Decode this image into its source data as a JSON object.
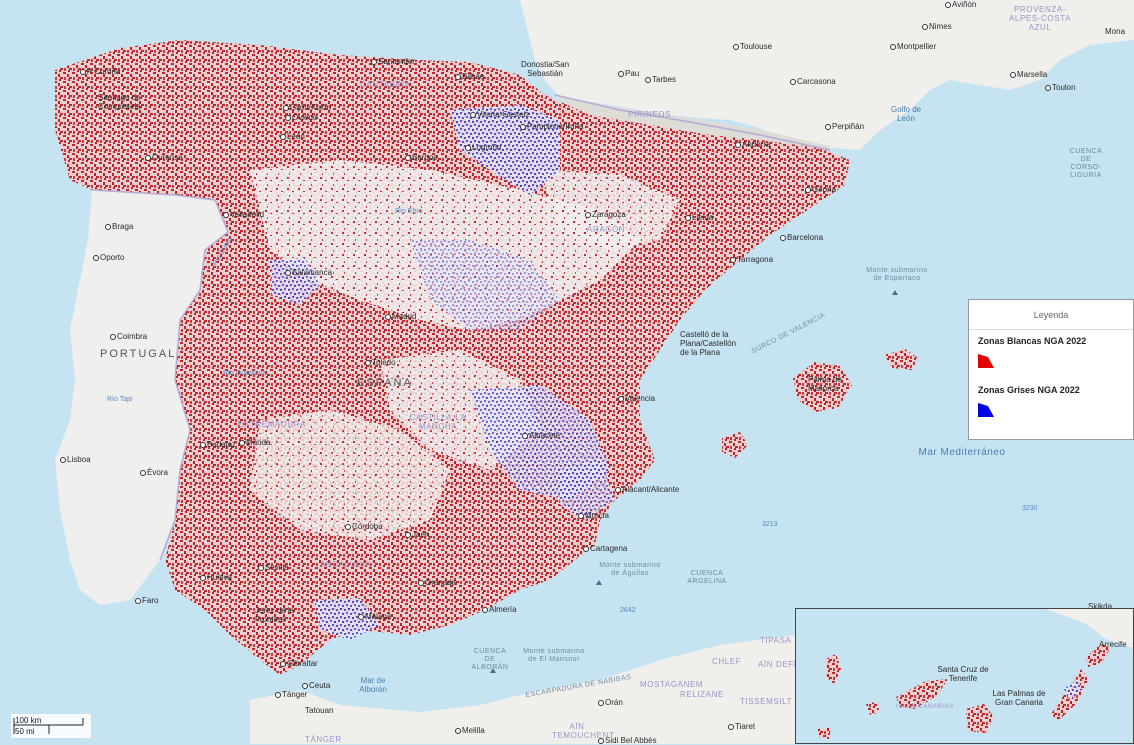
{
  "legend": {
    "title": "Leyenda",
    "items": [
      {
        "label": "Zonas Blancas NGA 2022",
        "color": "#e00000"
      },
      {
        "label": "Zonas Grises NGA 2022",
        "color": "#0000e0"
      }
    ]
  },
  "scale": {
    "km": "100 km",
    "mi": "50 mi"
  },
  "colors": {
    "sea": "#c6e3f2",
    "land": "#f3f3f1",
    "portugal": "#efefed",
    "red_zone": "#c0272d",
    "blue_zone": "#3d3ee0",
    "border": "#b6aad8",
    "africa": "#f0efec"
  },
  "labels": {
    "cities": {
      "gijon": "Gijón/Xixón",
      "santander": "Santander",
      "donostia": "Donostia/San Sebastián",
      "bilbao": "Bilbao",
      "vitoria": "Vitoria-Gasteiz",
      "pamplona": "Pamplona/Iruña",
      "logrono": "Logroño",
      "coruna": "A Coruña",
      "santiago": "Santiago de Compostela",
      "oviedo": "Oviedo",
      "leon": "León",
      "ourense": "Ourense",
      "burgos": "Burgos",
      "valladolid": "Valladolid",
      "zaragoza": "Zaragoza",
      "lleida": "Lleida",
      "andorra": "Andorra",
      "girona": "Girona",
      "barcelona": "Barcelona",
      "tarragona": "Tarragona",
      "salamanca": "Salamanca",
      "madrid": "Madrid",
      "toledo": "Toledo",
      "castellon": "Castelló de la Plana/Castellón de la Plana",
      "valencia": "Valencia",
      "palma": "Palma de Mallorca",
      "albacete": "Albacete",
      "alicante": "Alacant/Alicante",
      "murcia": "Murcia",
      "cartagena": "Cartagena",
      "badajoz": "Badajoz",
      "merida": "Mérida",
      "cordoba": "Córdoba",
      "jaen": "Jaén",
      "sevilla": "Sevilla",
      "granada": "Granada",
      "huelva": "Huelva",
      "almeria": "Almería",
      "malaga": "Málaga",
      "jerez": "Jerez de la Frontera",
      "gibraltar": "Gibraltar",
      "braga": "Braga",
      "oporto": "Oporto",
      "coimbra": "Coimbra",
      "lisboa": "Lisboa",
      "evora": "Évora",
      "faro": "Faro",
      "tanger": "Tánger",
      "ceuta": "Ceuta",
      "tatouan": "Tatouan",
      "melilla": "Melilla",
      "oran": "Orán",
      "sidi": "Sidi Bel Abbès",
      "tiaret": "Tiaret",
      "pau": "Pau",
      "tarbes": "Tarbes",
      "toulouse": "Toulouse",
      "carcasona": "Carcasona",
      "perpinan": "Perpiñán",
      "montpellier": "Montpellier",
      "nimes": "Nimes",
      "avinon": "Aviñón",
      "marsella": "Marsella",
      "toulon": "Toulon",
      "monaco": "Mona",
      "skikda": "Skikda",
      "santa_cruz": "Santa Cruz de Tenerife",
      "las_palmas": "Las Palmas de Gran Canaria",
      "arrecife": "Arrecife"
    },
    "country_spain": "ESPAÑA",
    "country_portugal": "PORTUGAL",
    "regions": {
      "cantabria": "CANTABRIA",
      "pirineos": "PIRINEOS",
      "aragon": "ARAGÓN",
      "castilla": "CASTILLA-LA MANCHA",
      "extremadura": "EXTREMADURA",
      "andalucia": "ANDALUCÍA",
      "provenza": "PROVENZA-ALPES-COSTA AZUL",
      "chlef": "CHLEF",
      "ain_defla": "AÏN DEFLA",
      "mostaganem": "MOSTAGANEM",
      "relizane": "RELIZANE",
      "tissemsilt": "TISSEMSILT",
      "ain_temouchent": "AÏN TEMOUCHENT",
      "tanger_reg": "TÁNGER",
      "tipasa": "TIPASA",
      "canarias": "ISLAS CANARIAS"
    },
    "waters": {
      "golfo_leon": "Golfo de León",
      "mar_med": "Mar Mediterráneo",
      "mar_alboran": "Mar de Alborán",
      "monte_espartaco": "Monte submarino de Espartaco",
      "surco_valencia": "SURCO DE VALENCIA",
      "monte_aguilas": "Monte submarino de Águilas",
      "cuenca_argelina": "CUENCA ARGELINA",
      "cuenca_alboran": "CUENCA DE ALBORÁN",
      "monte_mansour": "Monte submarino de El Mansour",
      "escarpadura": "ESCARPADURA DE NABIBAS",
      "cuenca_corso": "CUENCA DE CORSO-LIGURIA"
    },
    "rivers": {
      "duero": "Río Duero",
      "tajo": "Río Tajo",
      "guadiana": "Río Guadiana",
      "ebro": "Río Ebro"
    },
    "depths": {
      "d3213": "3213",
      "d2642": "2642",
      "d3230": "3230"
    }
  }
}
